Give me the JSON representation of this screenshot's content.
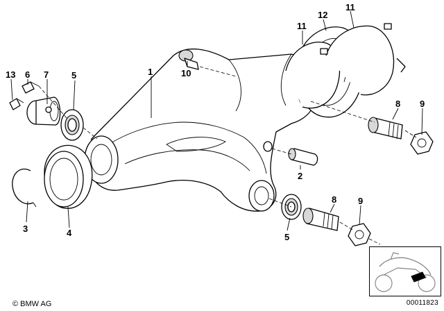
{
  "diagram": {
    "callouts": [
      {
        "id": "1",
        "label": "1"
      },
      {
        "id": "2",
        "label": "2"
      },
      {
        "id": "3",
        "label": "3"
      },
      {
        "id": "4",
        "label": "4"
      },
      {
        "id": "5a",
        "label": "5"
      },
      {
        "id": "5b",
        "label": "5"
      },
      {
        "id": "6",
        "label": "6"
      },
      {
        "id": "7",
        "label": "7"
      },
      {
        "id": "8a",
        "label": "8"
      },
      {
        "id": "8b",
        "label": "8"
      },
      {
        "id": "9a",
        "label": "9"
      },
      {
        "id": "9b",
        "label": "9"
      },
      {
        "id": "10",
        "label": "10"
      },
      {
        "id": "11a",
        "label": "11"
      },
      {
        "id": "11b",
        "label": "11"
      },
      {
        "id": "12",
        "label": "12"
      },
      {
        "id": "13",
        "label": "13"
      }
    ]
  },
  "footer": {
    "copyright": "© BMW AG",
    "diagram_number": "00011823"
  }
}
